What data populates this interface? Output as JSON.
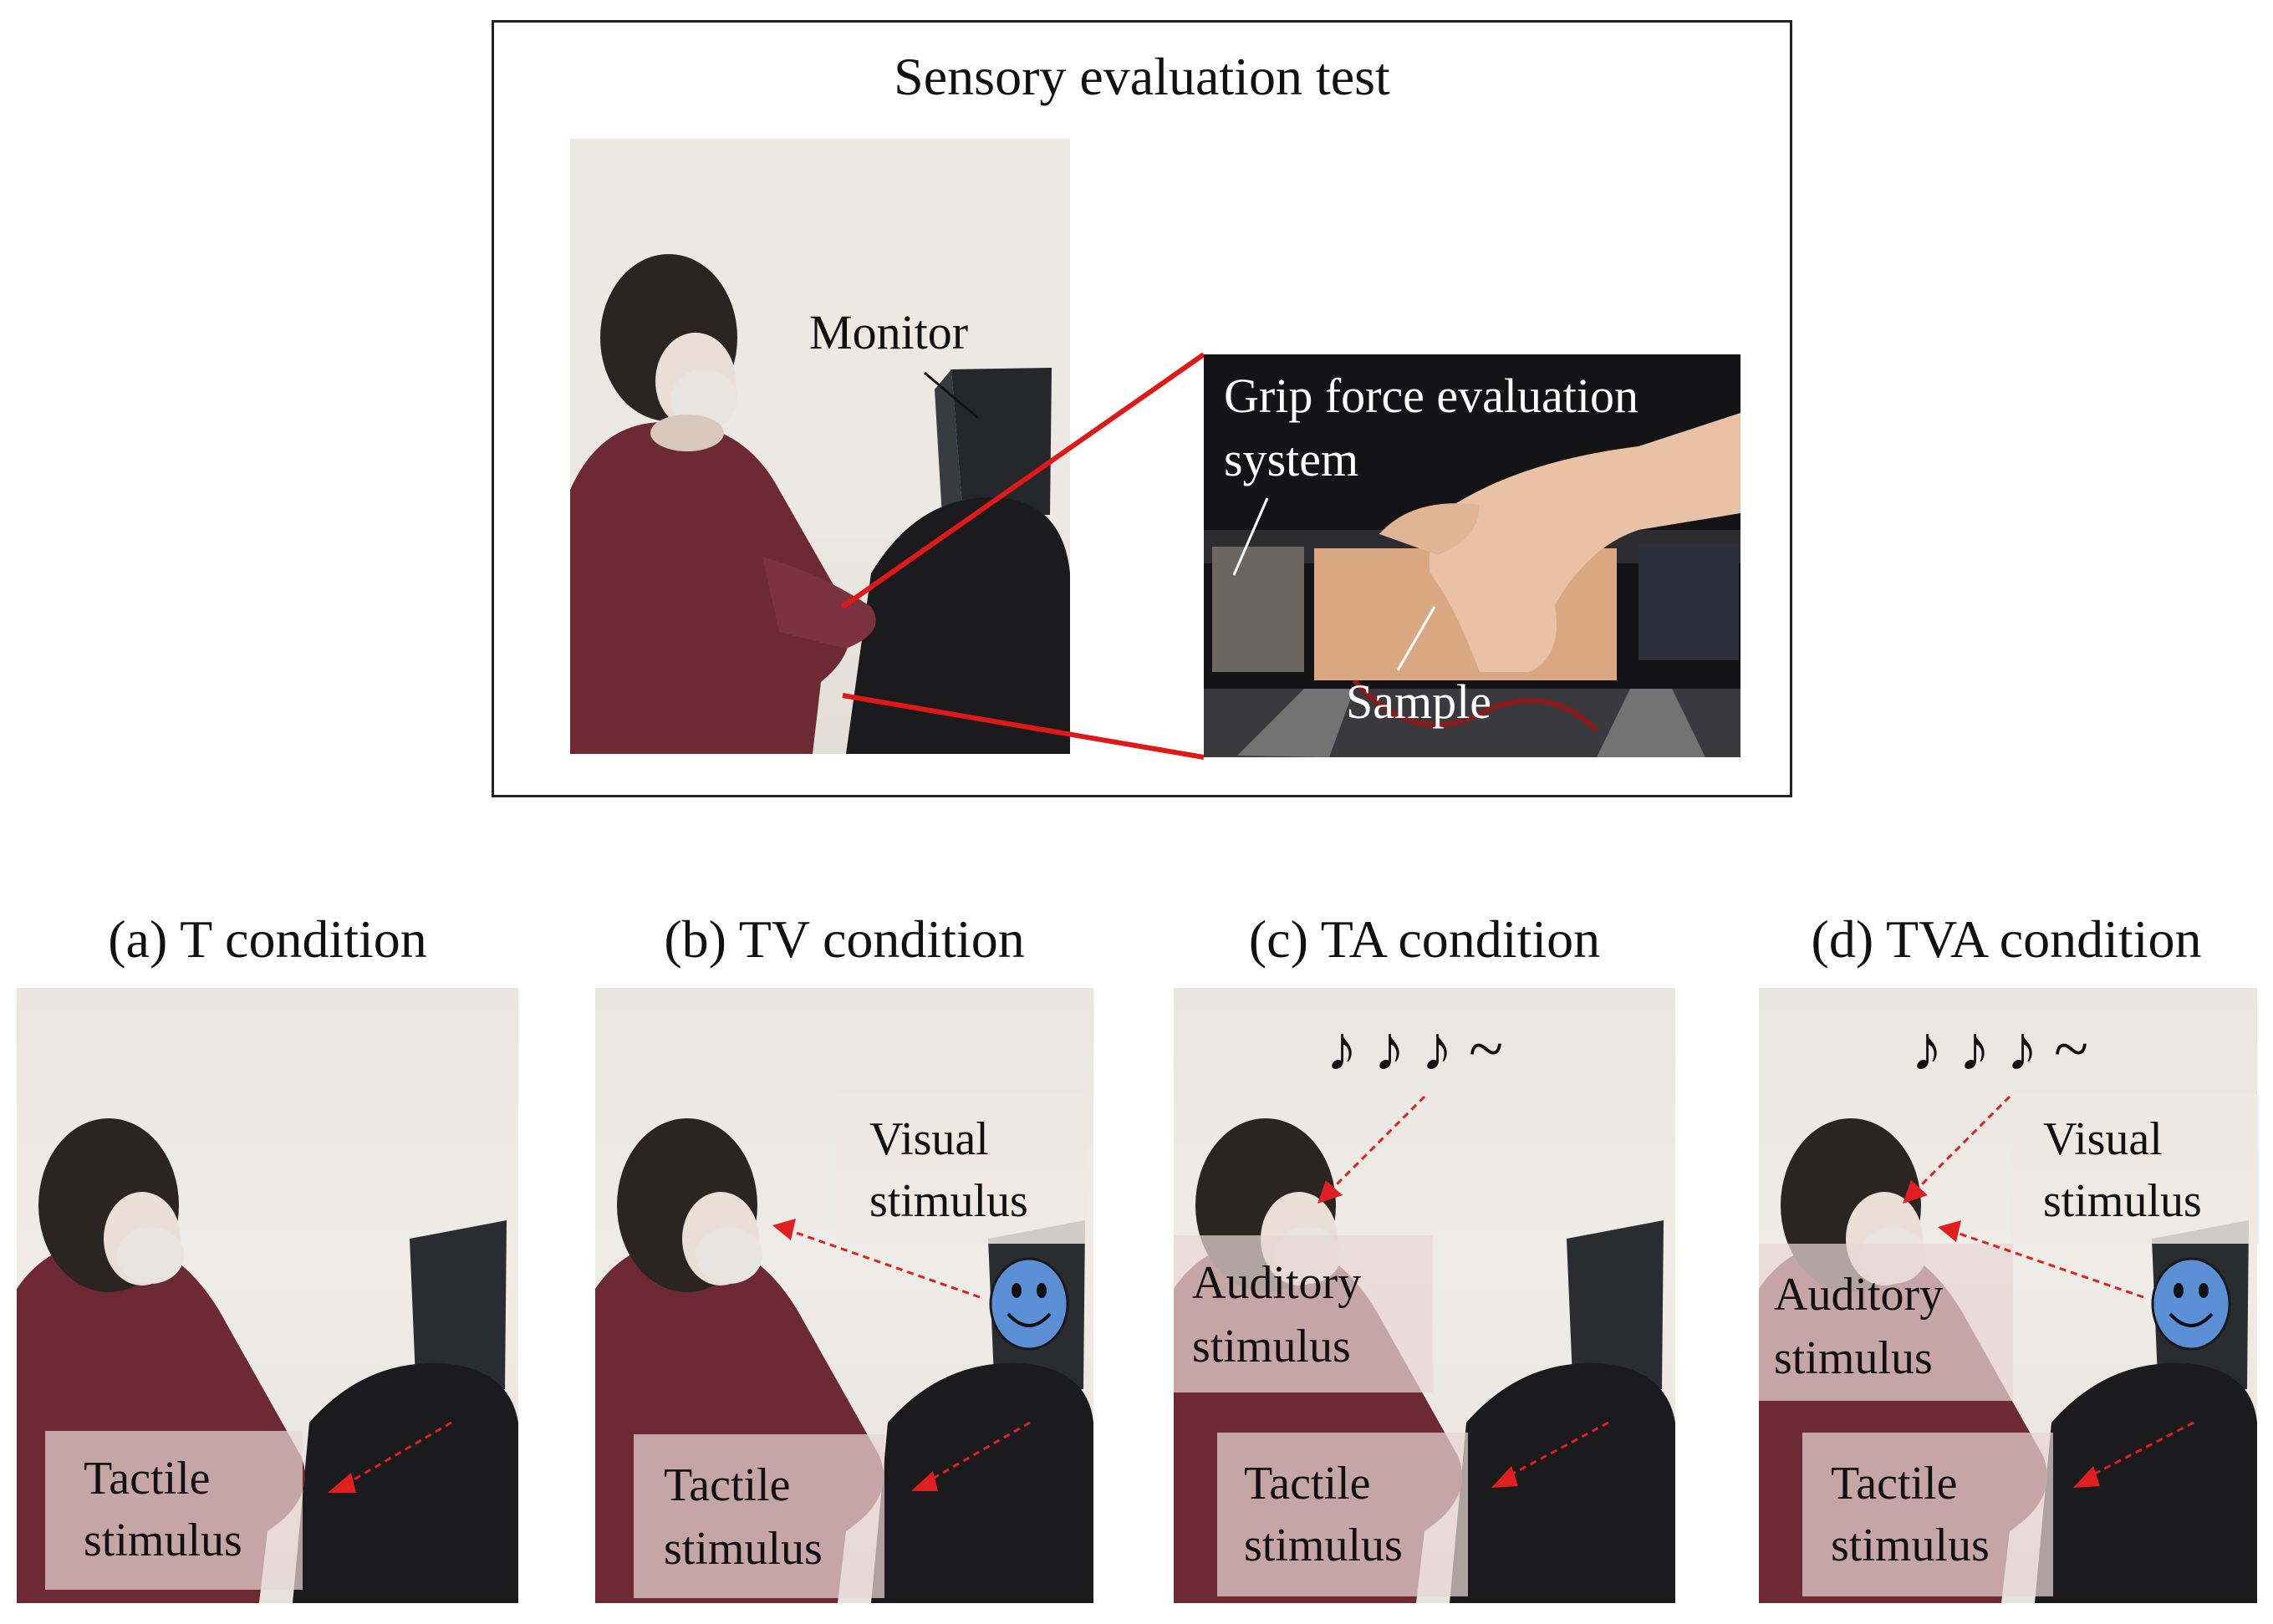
{
  "top": {
    "title": "Sensory evaluation test",
    "monitor_label": "Monitor",
    "grip_label_line1": "Grip force evaluation",
    "grip_label_line2": "system",
    "sample_label": "Sample"
  },
  "panels": [
    {
      "title": "(a) T condition",
      "tactile": [
        "Tactile",
        "stimulus"
      ]
    },
    {
      "title": "(b) TV condition",
      "visual": [
        "Visual",
        "stimulus"
      ],
      "tactile": [
        "Tactile",
        "stimulus"
      ]
    },
    {
      "title": "(c) TA condition",
      "music": "♪ ♪ ♪ ~",
      "auditory": [
        "Auditory",
        "stimulus"
      ],
      "tactile": [
        "Tactile",
        "stimulus"
      ]
    },
    {
      "title": "(d) TVA condition",
      "music": "♪ ♪ ♪ ~",
      "visual": [
        "Visual",
        "stimulus"
      ],
      "auditory": [
        "Auditory",
        "stimulus"
      ],
      "tactile": [
        "Tactile",
        "stimulus"
      ]
    }
  ],
  "colors": {
    "zoom_line": "#e01818",
    "arrow": "#e02020",
    "smiley": "#5b8fd6",
    "label_box": "#e8d6d2",
    "jacket": "#6e2a33"
  }
}
